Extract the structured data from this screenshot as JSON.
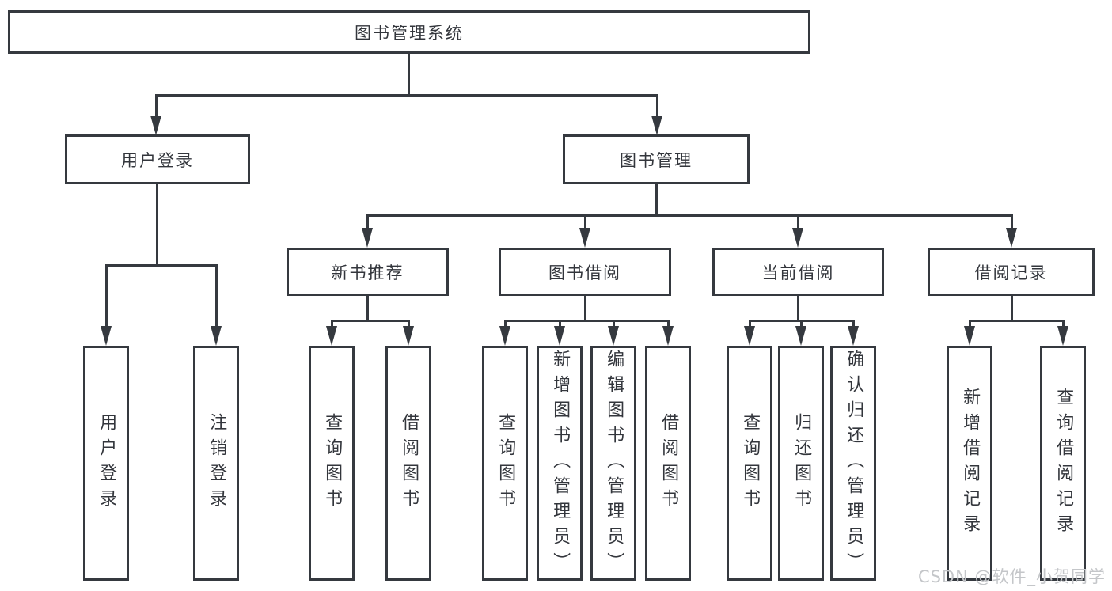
{
  "root": {
    "label": "图书管理系统"
  },
  "level2": {
    "user_login": {
      "label": "用户登录"
    },
    "book_mgmt": {
      "label": "图书管理"
    }
  },
  "level3": {
    "new_book": {
      "label": "新书推荐"
    },
    "borrow": {
      "label": "图书借阅"
    },
    "current": {
      "label": "当前借阅"
    },
    "records": {
      "label": "借阅记录"
    }
  },
  "leaves": {
    "user_login": [
      "用户登录",
      "注销登录"
    ],
    "new_book": [
      "查询图书",
      "借阅图书"
    ],
    "borrow": [
      "查询图书",
      "新增图书（管理员）",
      "编辑图书（管理员）",
      "借阅图书"
    ],
    "current": [
      "查询图书",
      "归还图书",
      "确认归还（管理员）"
    ],
    "records": [
      "新增借阅记录",
      "查询借阅记录"
    ]
  },
  "watermark": {
    "text": "CSDN @软件_小贺同学"
  },
  "colors": {
    "line": "#35393f",
    "text": "#33363c",
    "background": "#ffffff",
    "watermark": "#c4c6c9"
  }
}
